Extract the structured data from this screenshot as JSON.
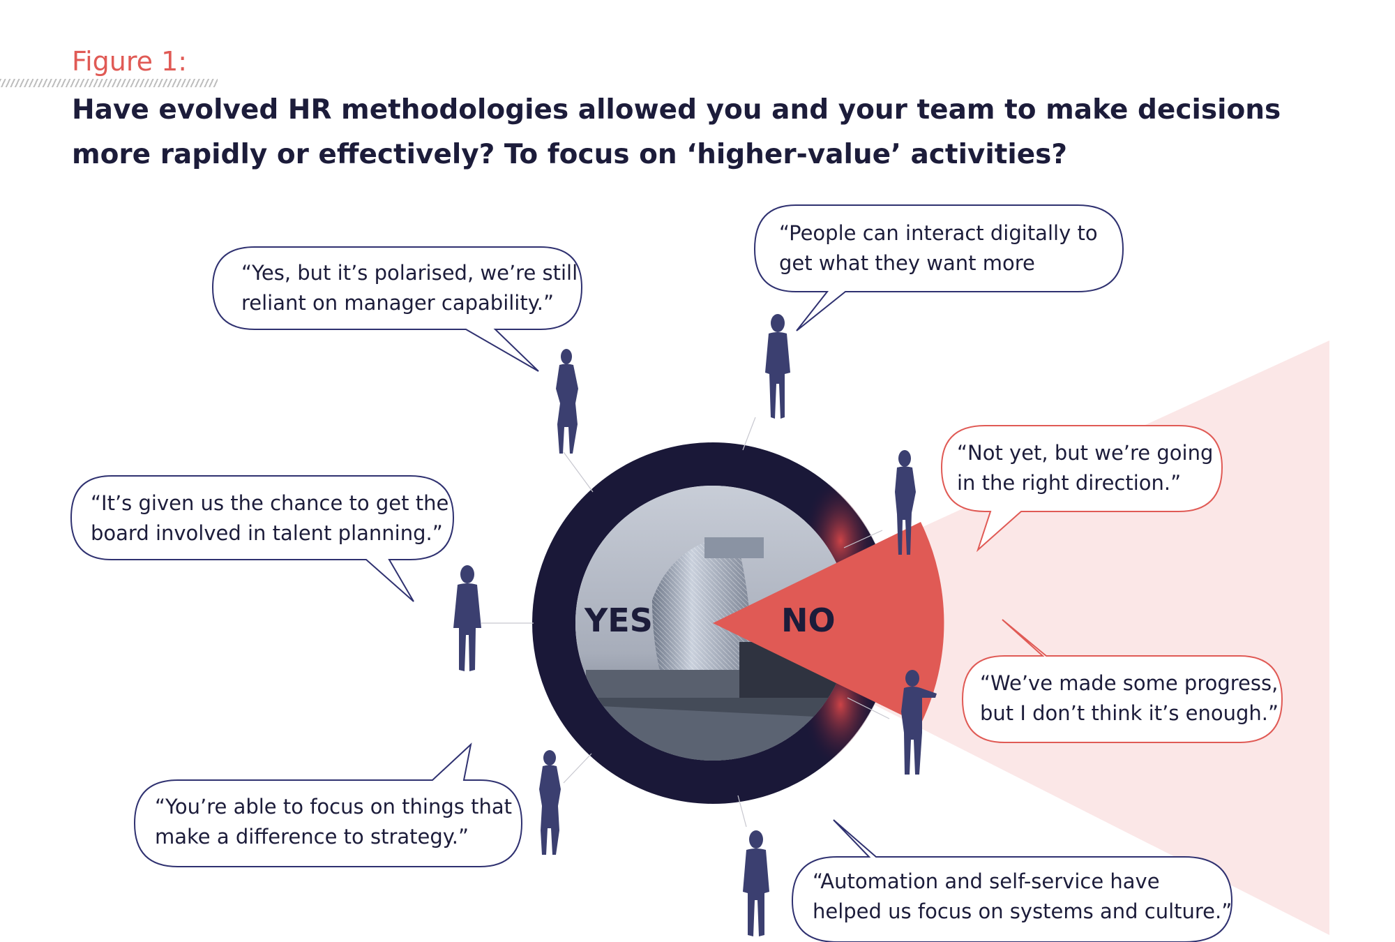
{
  "figure_label": "Figure 1:",
  "title_lines": [
    "Have evolved HR methodologies allowed you and your team to make decisions",
    "more rapidly or effectively? To focus on ‘higher-value’ activities?"
  ],
  "center": {
    "yes_label": "YES",
    "no_label": "NO"
  },
  "quotes": {
    "q1": [
      "“Yes, but it’s polarised, we’re still",
      "reliant on manager capability.”"
    ],
    "q2": [
      "“People can interact digitally to",
      "get what they want more"
    ],
    "q3": [
      "“It’s given us the chance to get the",
      "board involved in talent planning.”"
    ],
    "q4": [
      "“Not yet, but we’re going",
      "in the right direction.”"
    ],
    "q5": [
      "“We’ve made some progress,",
      "but I don’t think it’s enough.”"
    ],
    "q6": [
      "“You’re able to focus on things that",
      "make a difference to strategy.”"
    ],
    "q7": [
      "“Automation and self-service have",
      "helped us focus on systems and culture.”"
    ]
  },
  "colors": {
    "navy": "#1c1c3a",
    "silhouette": "#3b3f70",
    "accent_red": "#e05a55",
    "pale_pink": "#fbe7e7"
  }
}
